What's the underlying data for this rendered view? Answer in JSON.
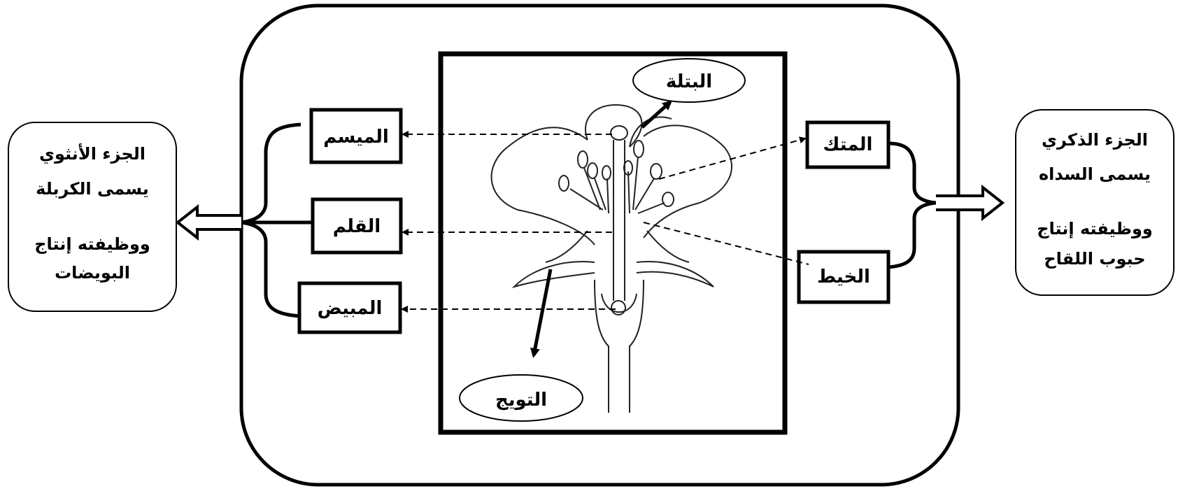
{
  "female_panel": {
    "line1": "الجزء الأنثوي",
    "line2": "يسمى الكربلة",
    "line3": "ووظيفته إنتاج",
    "line4": "البويضات"
  },
  "male_panel": {
    "line1": "الجزء الذكري",
    "line2": "يسمى السداه",
    "line3": "ووظيفته إنتاج",
    "line4": "حبوب اللقاح"
  },
  "female_parts": {
    "stigma": "الميسم",
    "style": "القلم",
    "ovary": "المبيض"
  },
  "male_parts": {
    "anther": "المتك",
    "filament": "الخيط"
  },
  "ovals": {
    "top": "البتلة",
    "bottom": "التويج"
  }
}
